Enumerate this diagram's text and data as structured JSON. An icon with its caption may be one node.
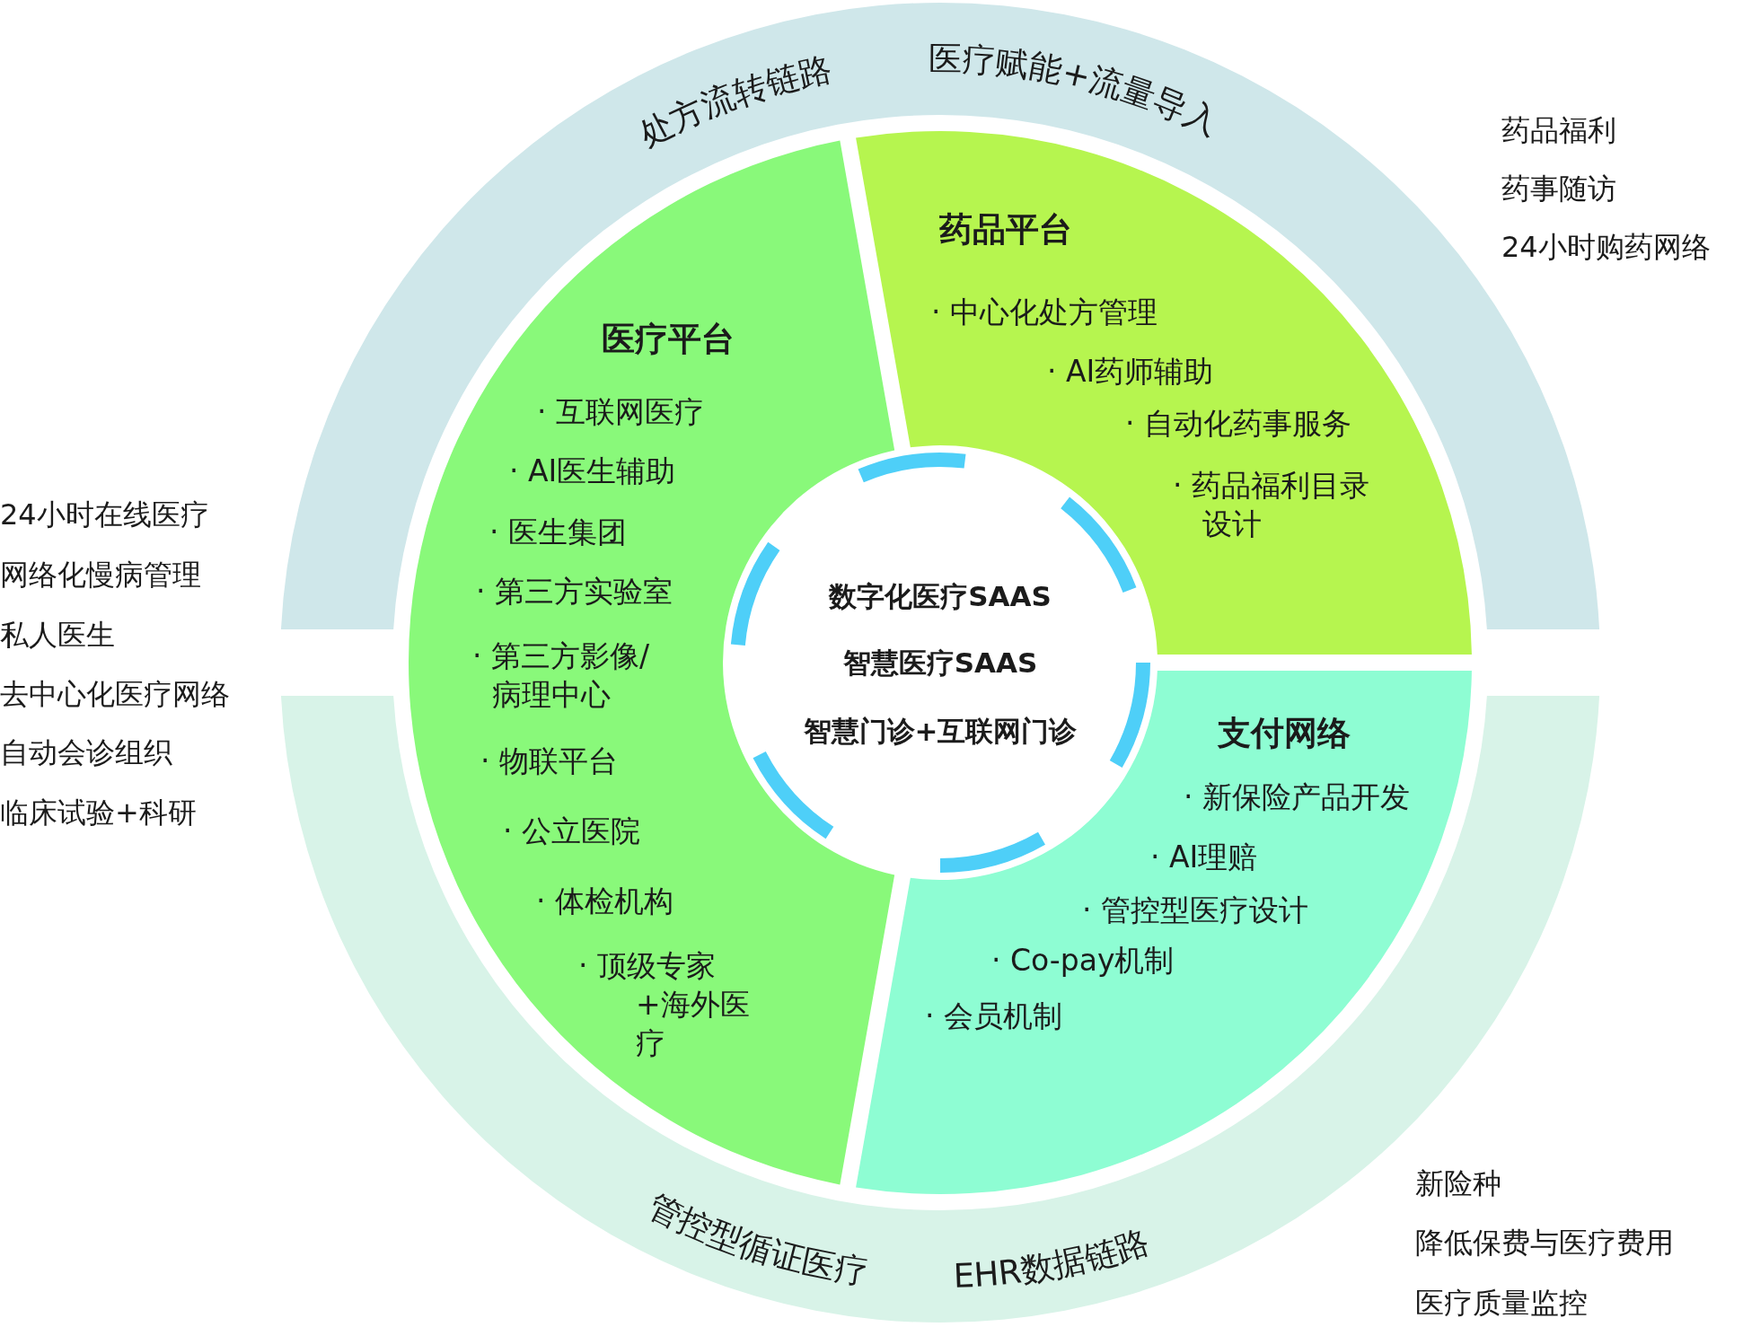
{
  "diagram": {
    "nodes": [
      {
        "text": [
          "处方流转链路",
          "医疗赋能+流量导入"
        ]
      },
      {
        "text": [
          "管控型循证医疗",
          "EHR数据链路"
        ]
      },
      {
        "text": [
          "医疗平台",
          "· 互联网医疗",
          "· AI医生辅助",
          "· 医生集团",
          "· 第三方实验室",
          "· 第三方影像/病理中心",
          "· 物联平台",
          "· 公立医院",
          "· 体检机构",
          "· 顶级专家+海外医疗"
        ]
      },
      {
        "text": [
          "药品平台",
          "· 中心化处方管理",
          "· AI药师辅助",
          "· 自动化药事服务",
          "· 药品福利目录设计"
        ]
      },
      {
        "text": [
          "支付网络",
          "· 新保险产品开发",
          "· AI理赔",
          "· 管控型医疗设计",
          "· Co-pay机制",
          "· 会员机制"
        ]
      },
      {
        "text": [
          "数字化医疗SAAS",
          "智慧医疗SAAS",
          "智慧门诊+互联网门诊"
        ]
      }
    ],
    "labels": [
      "药品福利",
      "药事随访",
      "24小时购药网络",
      "24小时在线医疗",
      "网络化慢病管理",
      "私人医生",
      "去中心化医疗网络",
      "自动会诊组织",
      "临床试验+科研",
      "新险种",
      "降低保费与医疗费用",
      "医疗质量监控"
    ]
  }
}
